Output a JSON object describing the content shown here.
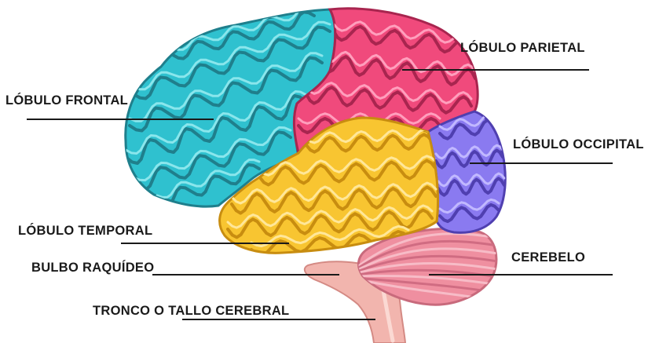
{
  "labels": {
    "frontal": "LÓBULO FRONTAL",
    "parietal": "LÓBULO PARIETAL",
    "occipital": "LÓBULO OCCIPITAL",
    "temporal": "LÓBULO TEMPORAL",
    "medulla": "BULBO RAQUÍDEO",
    "cerebellum": "CEREBELO",
    "brainstem": "TRONCO O TALLO CEREBRAL"
  },
  "colors": {
    "frontal": "#2fc1cf",
    "parietal": "#f04a7c",
    "occipital": "#8a7af0",
    "temporal": "#f8c531",
    "cerebellum": "#ef8fa0",
    "brainstem": "#f2b5ae",
    "outline": "#3a3f52"
  }
}
